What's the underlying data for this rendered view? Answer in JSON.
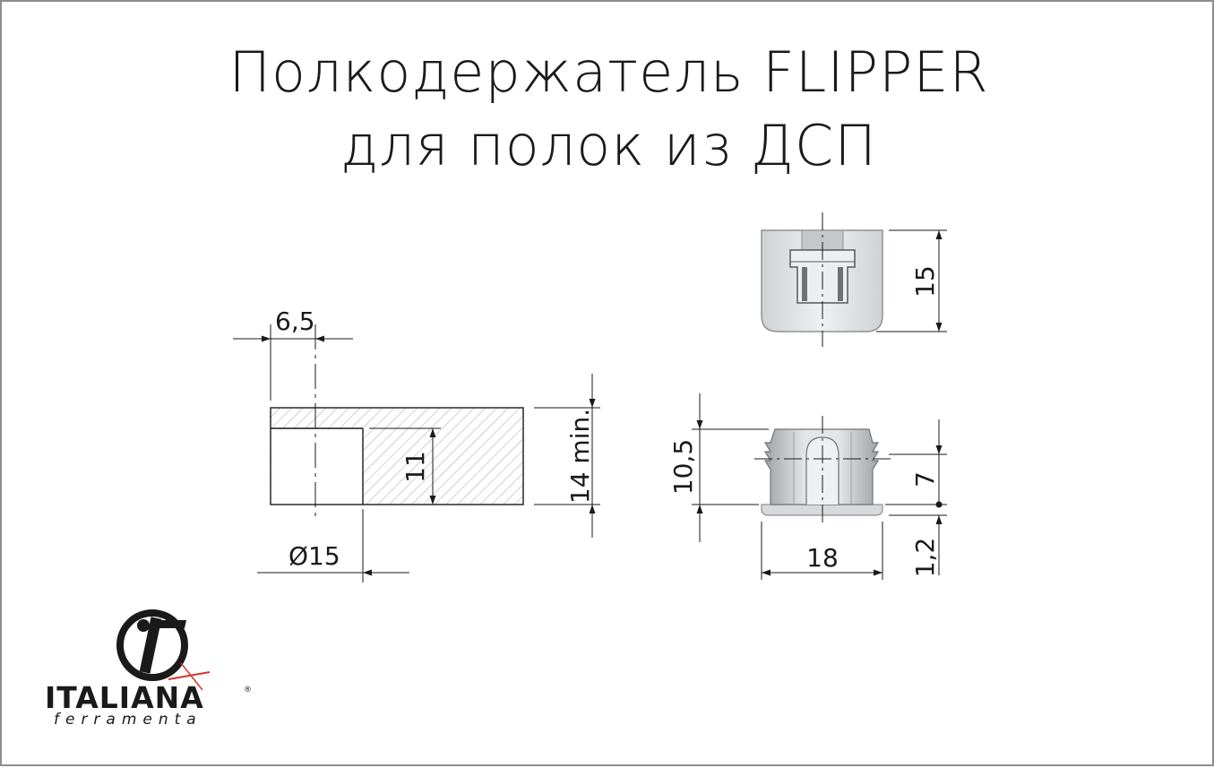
{
  "title": {
    "line1": "Полкодержатель FLIPPER",
    "line2": "для полок из ДСП"
  },
  "dimensions": {
    "depth_offset": "6,5",
    "diameter": "Ø15",
    "hole_depth": "11",
    "shelf_min_thickness": "14 min.",
    "top_height": "15",
    "body_height": "10,5",
    "insert_height": "7",
    "flange_height": "1,2",
    "width": "18"
  },
  "logo": {
    "brand": "ITALIANA",
    "sub": "ferramenta",
    "mark": "®",
    "icon": "if-monogram-icon"
  },
  "colors": {
    "line": "#1a1a1a",
    "part_fill": "#dcdedf",
    "part_shade": "#b9bcbe",
    "hatch": "#9a9a9a",
    "accent": "#d9332b",
    "border": "#8e8e8e"
  }
}
